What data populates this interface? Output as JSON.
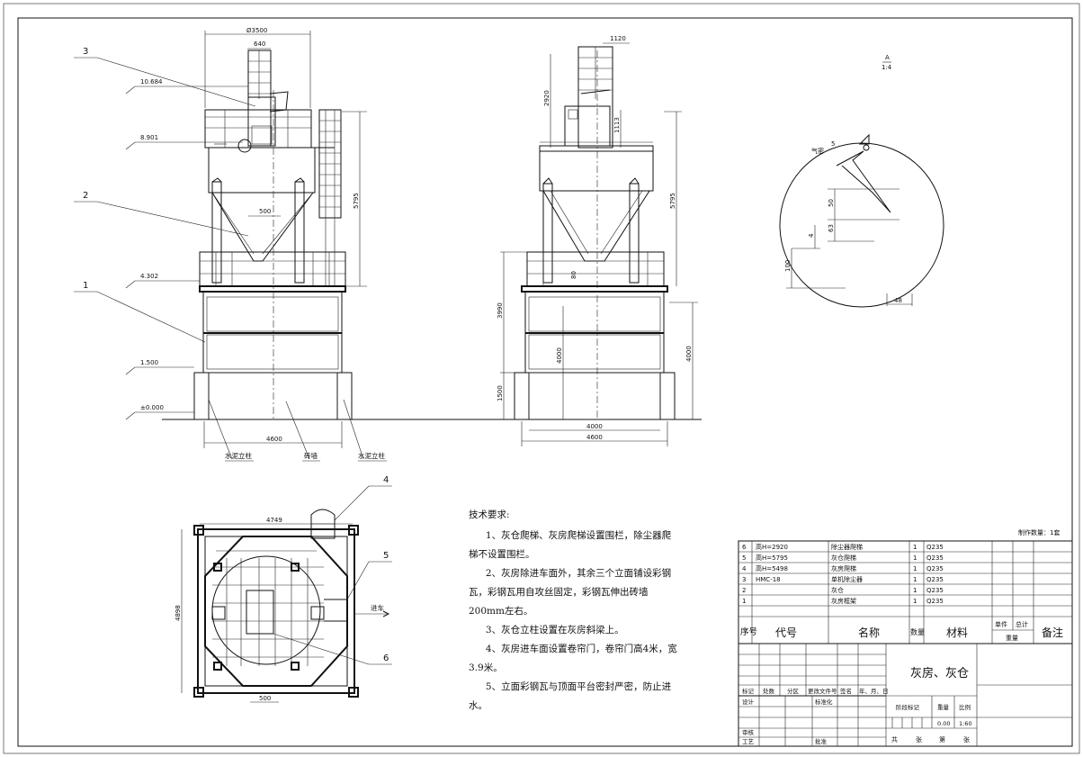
{
  "drawing": {
    "detail_label": {
      "letter": "A",
      "scale": "1:4"
    },
    "elevation_markers": [
      "10.684",
      "8.901",
      "4.302",
      "1.500",
      "±0.000"
    ],
    "leader_numbers": [
      "1",
      "2",
      "3",
      "4",
      "5",
      "6"
    ],
    "front_dims": {
      "top_width": "Ø3500",
      "top_inner": "640",
      "mid_width": "500",
      "height_total": "5795",
      "base_width": "4600"
    },
    "side_dims": {
      "top_width": "1120",
      "top_height": "2920",
      "sub_height": "1113",
      "height_total": "5795",
      "small": "80",
      "h_upper": "3990",
      "h_lower": "1500",
      "h_inner": "4000",
      "h_right": "4000",
      "base_inner": "4000",
      "base_outer": "4600"
    },
    "base_labels": {
      "left_column": "水泥立柱",
      "wall": "砖墙",
      "right_column": "水泥立柱"
    },
    "plan_dims": {
      "top": "4749",
      "left": "4898",
      "bottom": "500",
      "entry": "进车"
    },
    "detail_dims": {
      "label": "气密",
      "num1": "5",
      "d1": "50",
      "d2": "63",
      "d3": "4",
      "d4": "100",
      "d5": "48"
    }
  },
  "tech": {
    "title": "技术要求:",
    "items": [
      "1、灰仓爬梯、灰房爬梯设置围栏，除尘器爬梯不设置围栏。",
      "2、灰房除进车面外，其余三个立面铺设彩钢瓦，彩钢瓦用自攻丝固定，彩钢瓦伸出砖墙200mm左右。",
      "3、灰仓立柱设置在灰房斜梁上。",
      "4、灰房进车面设置卷帘门，卷帘门高4米，宽3.9米。",
      "5、立面彩钢瓦与顶面平台密封严密，防止进水。"
    ]
  },
  "quantity_note": "制作数量：1套",
  "bom": {
    "rows": [
      {
        "no": "6",
        "code": "高H=2920",
        "name": "除尘器爬梯",
        "qty": "1",
        "material": "Q235"
      },
      {
        "no": "5",
        "code": "高H=5795",
        "name": "灰仓爬梯",
        "qty": "1",
        "material": "Q235"
      },
      {
        "no": "4",
        "code": "高H=5498",
        "name": "灰房爬梯",
        "qty": "1",
        "material": "Q235"
      },
      {
        "no": "3",
        "code": "HMC-18",
        "name": "单机除尘器",
        "qty": "1",
        "material": "Q235"
      },
      {
        "no": "2",
        "code": "",
        "name": "灰仓",
        "qty": "1",
        "material": "Q235"
      },
      {
        "no": "1",
        "code": "",
        "name": "灰房框架",
        "qty": "1",
        "material": "Q235"
      }
    ],
    "headers": {
      "no": "序号",
      "code": "代号",
      "name": "名称",
      "qty": "数量",
      "material": "材料",
      "single": "单件",
      "total": "总计",
      "weight": "重量",
      "remark": "备注"
    }
  },
  "title_block": {
    "drawing_title": "灰房、灰仓",
    "labels": {
      "mark": "标记",
      "count": "处数",
      "zone": "分区",
      "doc": "更改文件号",
      "sign": "签名",
      "date": "年、月、日",
      "design": "设计",
      "std": "标准化",
      "stage": "阶段标记",
      "weight": "重量",
      "scale": "比例",
      "review": "审核",
      "process": "工艺",
      "approve": "批准",
      "total_sheets": "共",
      "sheets": "张",
      "sheet_no": "第",
      "sheet_unit": "张"
    },
    "weight_value": "0.00",
    "scale_value": "1:60"
  }
}
